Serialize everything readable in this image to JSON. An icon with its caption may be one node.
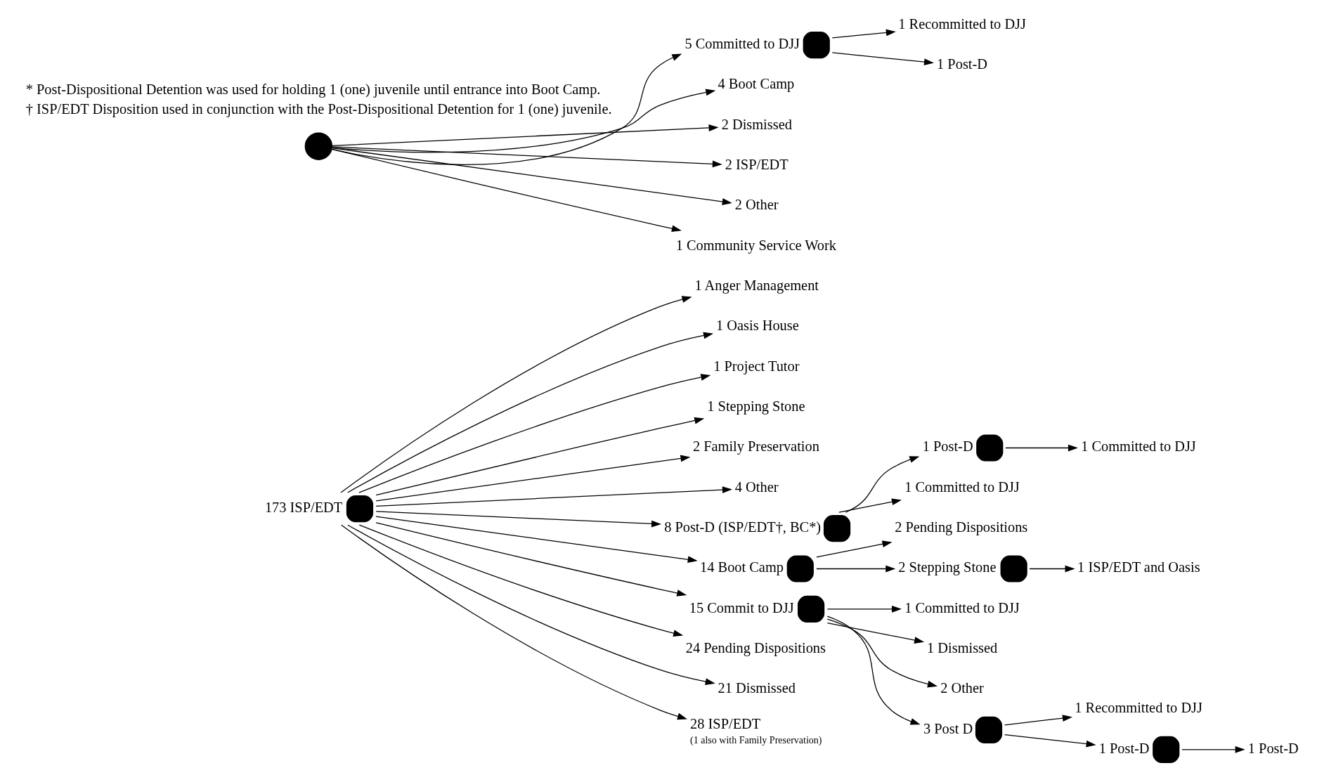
{
  "diagram": {
    "nodes": [
      {
        "text": [],
        "shape": "circle",
        "beside": [
          "173 ISP/EDT"
        ]
      },
      {
        "text": [
          "1 Anger Management"
        ]
      },
      {
        "text": [
          "1 Oasis House"
        ]
      },
      {
        "text": [
          "1 Project Tutor"
        ]
      },
      {
        "text": [
          "1 Stepping Stone"
        ]
      },
      {
        "text": [
          "2 Family Preservation"
        ]
      },
      {
        "text": [
          "4 Other"
        ]
      },
      {
        "text": [],
        "shape": "circle",
        "beside": [
          "8 Post-D (ISP/EDT†, BC*)"
        ]
      },
      {
        "text": [],
        "shape": "circle",
        "beside": [
          "14 Boot Camp"
        ]
      },
      {
        "text": [],
        "shape": "circle",
        "beside": [
          "15 Commit to DJJ"
        ]
      },
      {
        "text": [
          "24 Pending Dispositions"
        ]
      },
      {
        "text": [
          "21 Dismissed"
        ]
      },
      {
        "text": [
          "28 ISP/EDT",
          "(1 also with Family Preservation)"
        ]
      },
      {
        "text": [],
        "shape": "circle",
        "beside": [
          "1 Post-D"
        ]
      },
      {
        "text": [
          "1 Committed to DJJ"
        ]
      },
      {
        "text": [
          "1 Committed to DJJ"
        ]
      },
      {
        "text": [
          "2 Pending Dispositions"
        ]
      },
      {
        "text": [],
        "shape": "circle",
        "beside": [
          "2 Stepping Stone"
        ]
      },
      {
        "text": [
          "1 ISP/EDT and Oasis"
        ]
      },
      {
        "text": [
          "1 Committed to DJJ"
        ]
      },
      {
        "text": [
          "1 Dismissed"
        ]
      },
      {
        "text": [
          "2 Other"
        ]
      },
      {
        "text": [],
        "shape": "circle",
        "beside": [
          "3 Post D"
        ]
      },
      {
        "text": [
          "1 Recommitted to DJJ"
        ]
      },
      {
        "text": [],
        "shape": "circle",
        "beside": [
          "1 Post-D"
        ]
      },
      {
        "text": [
          "1 Post-D"
        ]
      },
      {
        "text": [],
        "shape": "circle"
      },
      {
        "text": [],
        "shape": "circle",
        "beside": [
          "5 Committed to DJJ"
        ]
      },
      {
        "text": [
          "4 Boot Camp"
        ]
      },
      {
        "text": [
          "2 Dismissed"
        ]
      },
      {
        "text": [
          "2 ISP/EDT"
        ]
      },
      {
        "text": [
          "2 Other"
        ]
      },
      {
        "text": [
          "1 Community Service Work"
        ]
      },
      {
        "text": [
          "1 Recommitted to DJJ"
        ]
      },
      {
        "text": [
          "1 Post-D"
        ]
      }
    ],
    "edges": [
      {
        "from": 0,
        "to": 1,
        "arrow": "to"
      },
      {
        "from": 0,
        "to": 2,
        "arrow": "to"
      },
      {
        "from": 0,
        "to": 3,
        "arrow": "to"
      },
      {
        "from": 0,
        "to": 4,
        "arrow": "to"
      },
      {
        "from": 0,
        "to": 5,
        "arrow": "to"
      },
      {
        "from": 0,
        "to": 6,
        "arrow": "to"
      },
      {
        "from": 0,
        "to": 7,
        "arrow": "to"
      },
      {
        "from": 0,
        "to": 8,
        "arrow": "to"
      },
      {
        "from": 0,
        "to": 9,
        "arrow": "to"
      },
      {
        "from": 0,
        "to": 10,
        "arrow": "to"
      },
      {
        "from": 0,
        "to": 11,
        "arrow": "to"
      },
      {
        "from": 0,
        "to": 12,
        "arrow": "to"
      },
      {
        "from": 7,
        "to": 13,
        "arrow": "to"
      },
      {
        "from": 7,
        "to": 14,
        "arrow": "to"
      },
      {
        "from": 13,
        "to": 15,
        "arrow": "to"
      },
      {
        "from": 8,
        "to": 16,
        "arrow": "to"
      },
      {
        "from": 8,
        "to": 17,
        "arrow": "to"
      },
      {
        "from": 17,
        "to": 18,
        "arrow": "to"
      },
      {
        "from": 9,
        "to": 19,
        "arrow": "to"
      },
      {
        "from": 9,
        "to": 20,
        "arrow": "to"
      },
      {
        "from": 9,
        "to": 21,
        "arrow": "to"
      },
      {
        "from": 9,
        "to": 22,
        "arrow": "to"
      },
      {
        "from": 22,
        "to": 23,
        "arrow": "to"
      },
      {
        "from": 22,
        "to": 24,
        "arrow": "to"
      },
      {
        "from": 24,
        "to": 25,
        "arrow": "to"
      },
      {
        "from": 26,
        "to": 27,
        "arrow": "to"
      },
      {
        "from": 26,
        "to": 28,
        "arrow": "to"
      },
      {
        "from": 26,
        "to": 29,
        "arrow": "to"
      },
      {
        "from": 26,
        "to": 30,
        "arrow": "to"
      },
      {
        "from": 26,
        "to": 31,
        "arrow": "to"
      },
      {
        "from": 26,
        "to": 32,
        "arrow": "to"
      },
      {
        "from": 27,
        "to": 33,
        "arrow": "to"
      },
      {
        "from": 27,
        "to": 34,
        "arrow": "to"
      }
    ],
    "labels": [
      "* Post-Dispositional Detention was used for holding 1 (one) juvenile until entrance into Boot Camp.",
      "† ISP/EDT Disposition used in conjunction with the Post-Dispositional Detention for 1 (one) juvenile."
    ]
  }
}
